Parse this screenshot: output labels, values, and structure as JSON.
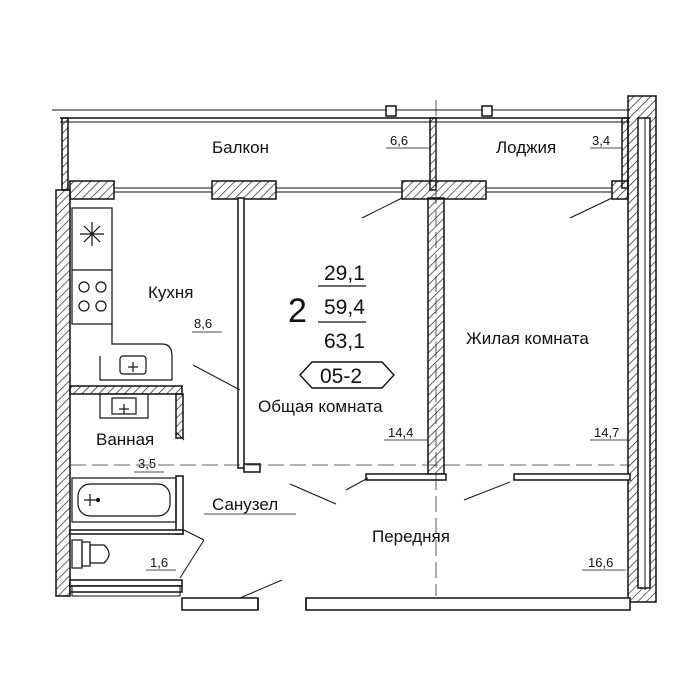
{
  "summary": {
    "rooms": "2",
    "living_area": "29,1",
    "total_area": "59,4",
    "total_with_balcony": "63,1",
    "apartment_code": "05-2"
  },
  "rooms": {
    "balcony": {
      "name": "Балкон",
      "area": "6,6"
    },
    "loggia": {
      "name": "Лоджия",
      "area": "3,4"
    },
    "kitchen": {
      "name": "Кухня",
      "area": "8,6"
    },
    "common_room": {
      "name": "Общая комната",
      "area": "14,4"
    },
    "living_room": {
      "name": "Жилая комната",
      "area": "14,7"
    },
    "bathroom": {
      "name": "Ванная",
      "area": "3,5"
    },
    "toilet": {
      "name": "Санузел",
      "area": "1,6"
    },
    "hallway": {
      "name": "Передняя",
      "area": "16,6"
    }
  },
  "icons": {
    "fridge": "snowflake-icon",
    "stove": "stove-icon",
    "sink": "sink-icon",
    "bathtub": "bathtub-icon",
    "toilet": "toilet-icon"
  }
}
